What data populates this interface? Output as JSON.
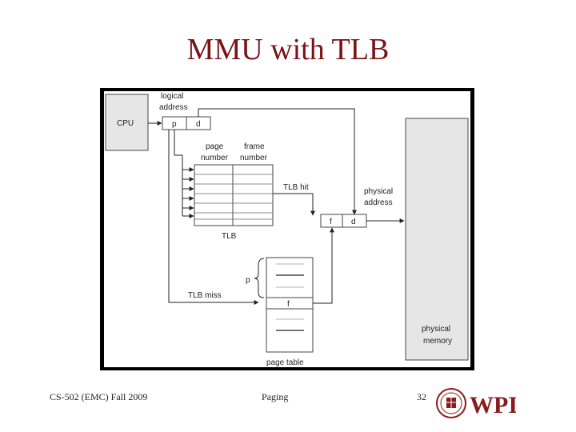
{
  "slide": {
    "title": "MMU with TLB"
  },
  "diagram": {
    "cpu": "CPU",
    "logical_address_line1": "logical",
    "logical_address_line2": "address",
    "p": "p",
    "d": "d",
    "page_number_line1": "page",
    "page_number_line2": "number",
    "frame_number_line1": "frame",
    "frame_number_line2": "number",
    "tlb_hit": "TLB hit",
    "tlb": "TLB",
    "physical_address_line1": "physical",
    "physical_address_line2": "address",
    "f": "f",
    "tlb_miss": "TLB miss",
    "page_table_p": "p",
    "page_table_f": "f",
    "page_table": "page table",
    "physical_memory_line1": "physical",
    "physical_memory_line2": "memory"
  },
  "footer": {
    "course": "CS-502 (EMC) Fall 2009",
    "topic": "Paging",
    "page_number": "32",
    "logo_text": "WPI"
  },
  "colors": {
    "title": "#7a1216",
    "logo": "#8b1a1a",
    "memory_fill": "#e6e6e6",
    "cpu_fill": "#e6e6e6"
  }
}
